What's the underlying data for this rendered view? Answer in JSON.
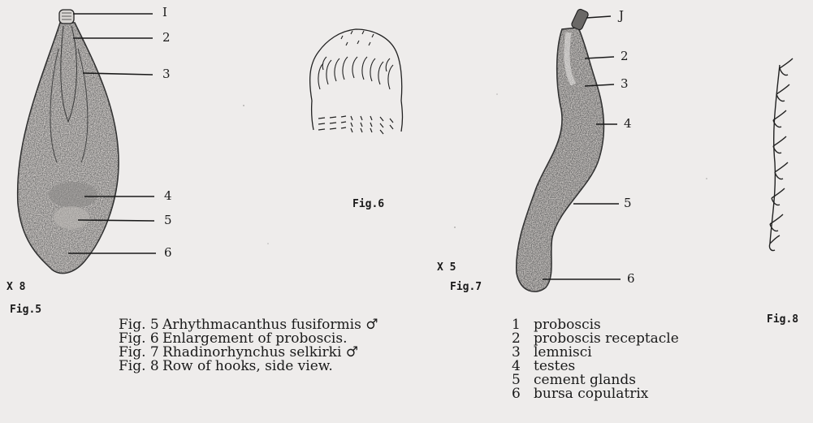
{
  "top_cut_text": "",
  "fig5": {
    "labels": [
      "I",
      "2",
      "3",
      "4",
      "5",
      "6"
    ],
    "magnification": "X  8",
    "tag": "Fig.5"
  },
  "fig6": {
    "tag": "Fig.6"
  },
  "fig7": {
    "labels": [
      "J",
      "2",
      "3",
      "4",
      "5",
      "6"
    ],
    "magnification": "X 5",
    "tag": "Fig.7"
  },
  "fig8": {
    "tag": "Fig.8"
  },
  "captions": [
    {
      "num": "Fig. 5",
      "text": "Arhythmacanthus fusiformis ♂"
    },
    {
      "num": "Fig. 6",
      "text": "Enlargement of proboscis."
    },
    {
      "num": "Fig. 7",
      "text": "Rhadinorhynchus selkirki ♂"
    },
    {
      "num": "Fig. 8",
      "text": "Row of hooks, side view."
    }
  ],
  "legend": [
    {
      "n": "1",
      "text": "proboscis"
    },
    {
      "n": "2",
      "text": "proboscis receptacle"
    },
    {
      "n": "3",
      "text": "lemnisci"
    },
    {
      "n": "4",
      "text": "testes"
    },
    {
      "n": "5",
      "text": "cement glands"
    },
    {
      "n": "6",
      "text": "bursa copulatrix"
    }
  ]
}
